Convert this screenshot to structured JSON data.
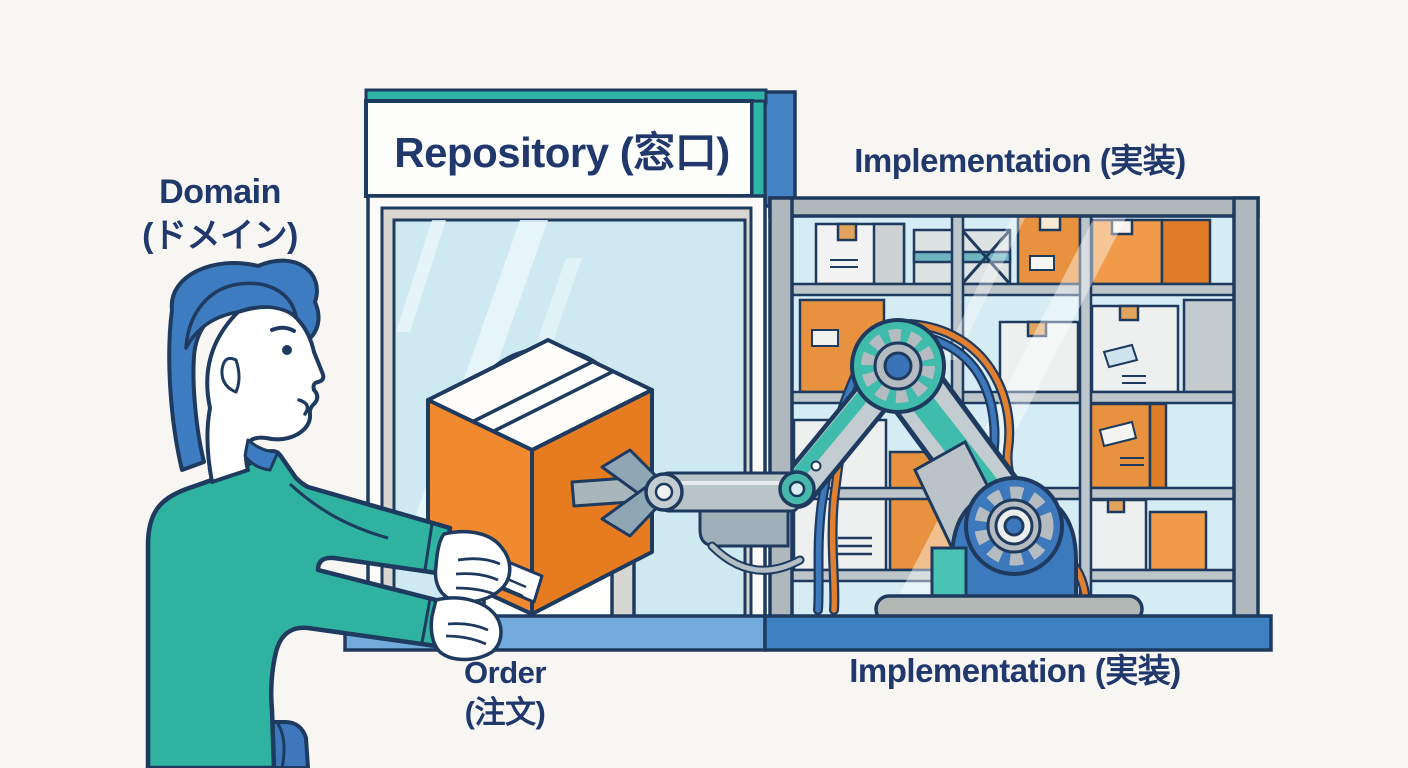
{
  "title": "Repository pattern illustration",
  "labels": {
    "domain_line1": "Domain",
    "domain_line2": "(ドメイン)",
    "repository_sign": "Repository (窓口)",
    "implementation_header": "Implementation (実装)",
    "order_line1": "Order",
    "order_line2": "(注文)",
    "implementation_footer": "Implementation (実装)"
  },
  "colors": {
    "label_text": "#20386b",
    "outline_navy": "#1e3a5f",
    "teal_accent": "#2fb3a6",
    "sweater_teal": "#2fb3a0",
    "hair_blue": "#3d7cc0",
    "box_orange": "#f1892f",
    "box_orange_dark": "#e67b20",
    "glass_blue": "#cfe9f3",
    "counter_light_blue": "#72abdb",
    "counter_blue": "#3d80c2",
    "frame_gray": "#aeb8bd",
    "robot_teal": "#3fbcab",
    "gear_blue": "#3c78bb",
    "cable_orange": "#e08030"
  }
}
